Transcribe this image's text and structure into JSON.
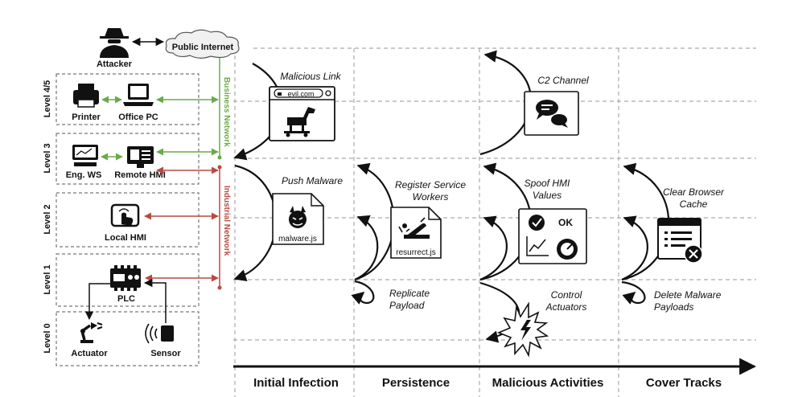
{
  "network": {
    "attacker": "Attacker",
    "public_internet": "Public Internet",
    "business_network": "Business Network",
    "industrial_network": "Industrial Network",
    "levels": [
      "Level 4/5",
      "Level 3",
      "Level 2",
      "Level 1",
      "Level 0"
    ],
    "devices": {
      "printer": "Printer",
      "office_pc": "Office PC",
      "eng_ws": "Eng. WS",
      "remote_hmi": "Remote HMI",
      "local_hmi": "Local HMI",
      "plc": "PLC",
      "actuator": "Actuator",
      "sensor": "Sensor"
    }
  },
  "phases": [
    "Initial Infection",
    "Persistence",
    "Malicious Activities",
    "Cover Tracks"
  ],
  "steps": {
    "malicious_link": "Malicious Link",
    "url": "evil.com",
    "push_malware": "Push Malware",
    "malware_file": "malware.js",
    "register_sw_1": "Register Service",
    "register_sw_2": "Workers",
    "resurrect_file": "resurrect.js",
    "replicate_1": "Replicate",
    "replicate_2": "Payload",
    "c2_channel": "C2 Channel",
    "spoof_1": "Spoof HMI",
    "spoof_2": "Values",
    "ok_label": "OK",
    "control_1": "Control",
    "control_2": "Actuators",
    "clear_1": "Clear Browser",
    "clear_2": "Cache",
    "delete_1": "Delete Malware",
    "delete_2": "Payloads"
  },
  "colors": {
    "business": "#6aaa4a",
    "industrial": "#b84a40",
    "grid": "#aaaaaa"
  }
}
